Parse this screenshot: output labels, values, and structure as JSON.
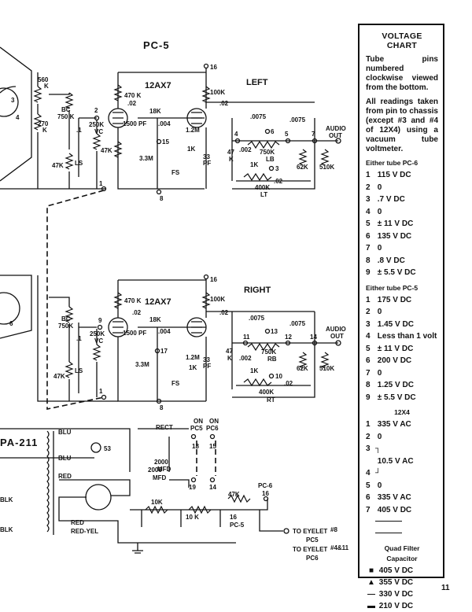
{
  "schematic": {
    "top_label": "PC-5",
    "left_label": "LEFT",
    "right_label": "RIGHT",
    "tube_label": "12AX7",
    "amp_label": "PA-211",
    "rect_tube": "12X4",
    "parts_top": {
      "r560k": "560",
      "r560k_unit": "K",
      "r270k": "270",
      "r270k_unit": "K",
      "bc": "BC",
      "bc_val": "750 K",
      "vc": "VC",
      "r250k": "250K",
      "c1": ".1",
      "ls": "LS",
      "r47k": "47K",
      "r470k": "470 K",
      "c02a": ".02",
      "r18k": "18K",
      "c1500": "1500",
      "pf": "PF",
      "c004": ".004",
      "r1_2m": "1.2M",
      "r3_3m": "3.3M",
      "r47k2": "47K",
      "fs": "FS",
      "r100k": "100K",
      "c02b": ".02",
      "r1k": "1K",
      "c33": "33",
      "pf2": "PF",
      "c0075a": ".0075",
      "c0075b": ".0075",
      "r47": "47",
      "k": "K",
      "c002": ".002",
      "r750k": "750K",
      "lb": "LB",
      "r1k2": "1K",
      "r400k": "400K",
      "c02c": ".02",
      "lt": "LT",
      "r62k": "62K",
      "r510k": "510K",
      "audio": "AUDIO",
      "out": "OUT",
      "n1": "1",
      "n2": "2",
      "n3": "3",
      "n4": "4",
      "n5": "5",
      "n6": "6",
      "n7": "7",
      "n8": "8",
      "n15": "15",
      "n16": "16"
    },
    "parts_bottom": {
      "bc": "BC",
      "bc_val": "750K",
      "c1": ".1",
      "r250k": "250K",
      "vc": "VC",
      "ls": "LS",
      "r47k": "47K",
      "r470k": "470 K",
      "c02a": ".02",
      "r18k": "18K",
      "c1500": "1500",
      "pf": "PF",
      "c004": ".004",
      "r1_2m": "1.2M",
      "r3_3m": "3.3M",
      "fs": "FS",
      "r100k": "100K",
      "c02b": ".02",
      "r1k": "1K",
      "c33": "33",
      "pf2": "PF",
      "c0075a": ".0075",
      "c0075b": ".0075",
      "r47": "47",
      "k": "K",
      "c002": ".002",
      "r750k": "750K",
      "rb": "RB",
      "r1k2": "1K",
      "r400k": "400K",
      "c02c": ".02",
      "rt": "RT",
      "r62k": "62K",
      "r510k": "510K",
      "audio": "AUDIO",
      "out": "OUT",
      "n1": "1",
      "n8": "8",
      "n9": "9",
      "n10": "10",
      "n11": "11",
      "n12": "12",
      "n13": "13",
      "n14": "14",
      "n16": "16",
      "n17": "17",
      "n6": "6"
    },
    "power": {
      "blu1": "BLU",
      "blu2": "BLU",
      "red": "RED",
      "red2": "RED",
      "redyel": "RED-YEL",
      "blk1": "BLK",
      "blk2": "BLK",
      "lamp": "53",
      "rect": "RECT",
      "c2000a": "2000",
      "mfd_a": "MFD",
      "c2000b": "2000",
      "mfd_b": "MFD",
      "on1": "ON",
      "pc5": "PC5",
      "on2": "ON",
      "pc6": "PC6",
      "n18": "18",
      "n15": "15",
      "n19": "19",
      "n14": "14",
      "r10k": "10K",
      "r10k2": "10 K",
      "r47k": "47K",
      "pc6b": "PC-6",
      "n16": "16",
      "n16b": "16",
      "pc5b": "PC-5",
      "eyelet1": "TO EYELET",
      "eyelet1_num": "#8",
      "eyelet1_pc": "PC5",
      "eyelet2": "TO EYELET",
      "eyelet2_num": "#4&11",
      "eyelet2_pc": "PC6"
    }
  },
  "voltage_chart": {
    "title": "VOLTAGE CHART",
    "intro1": "Tube pins numbered clockwise viewed from the bottom.",
    "intro2": "All readings taken from pin to chassis (except #3 and #4 of 12X4) using a vacuum tube voltmeter.",
    "pc6": {
      "heading": "Either tube PC-6",
      "rows": [
        {
          "pin": "1",
          "value": "115 V DC"
        },
        {
          "pin": "2",
          "value": "0"
        },
        {
          "pin": "3",
          "value": ".7 V DC"
        },
        {
          "pin": "4",
          "value": "0"
        },
        {
          "pin": "5",
          "value": "± 11 V DC"
        },
        {
          "pin": "6",
          "value": "135 V DC"
        },
        {
          "pin": "7",
          "value": "0"
        },
        {
          "pin": "8",
          "value": ".8 V DC"
        },
        {
          "pin": "9",
          "value": "± 5.5 V DC"
        }
      ]
    },
    "pc5": {
      "heading": "Either tube PC-5",
      "rows": [
        {
          "pin": "1",
          "value": "175 V DC"
        },
        {
          "pin": "2",
          "value": "0"
        },
        {
          "pin": "3",
          "value": "1.45 V DC"
        },
        {
          "pin": "4",
          "value": "Less than 1 volt"
        },
        {
          "pin": "5",
          "value": "± 11 V DC"
        },
        {
          "pin": "6",
          "value": "200 V DC"
        },
        {
          "pin": "7",
          "value": "0"
        },
        {
          "pin": "8",
          "value": "1.25 V DC"
        },
        {
          "pin": "9",
          "value": "± 5.5 V DC"
        }
      ]
    },
    "x4": {
      "heading": "12X4",
      "rows": [
        {
          "pin": "1",
          "value": "335 V AC"
        },
        {
          "pin": "2",
          "value": "0"
        },
        {
          "pin": "3",
          "value": ""
        },
        {
          "pin": "",
          "value": "10.5 V AC"
        },
        {
          "pin": "4",
          "value": ""
        },
        {
          "pin": "5",
          "value": "0"
        },
        {
          "pin": "6",
          "value": "335 V AC"
        },
        {
          "pin": "7",
          "value": "405 V DC"
        }
      ]
    },
    "quad": {
      "heading1": "Quad Filter",
      "heading2": "Capacitor",
      "rows": [
        {
          "symbol": "■",
          "value": "405 V DC"
        },
        {
          "symbol": "▲",
          "value": "355 V DC"
        },
        {
          "symbol": "—",
          "value": "330 V DC"
        },
        {
          "symbol": "▬",
          "value": "210 V DC"
        }
      ]
    }
  },
  "page_number": "11"
}
